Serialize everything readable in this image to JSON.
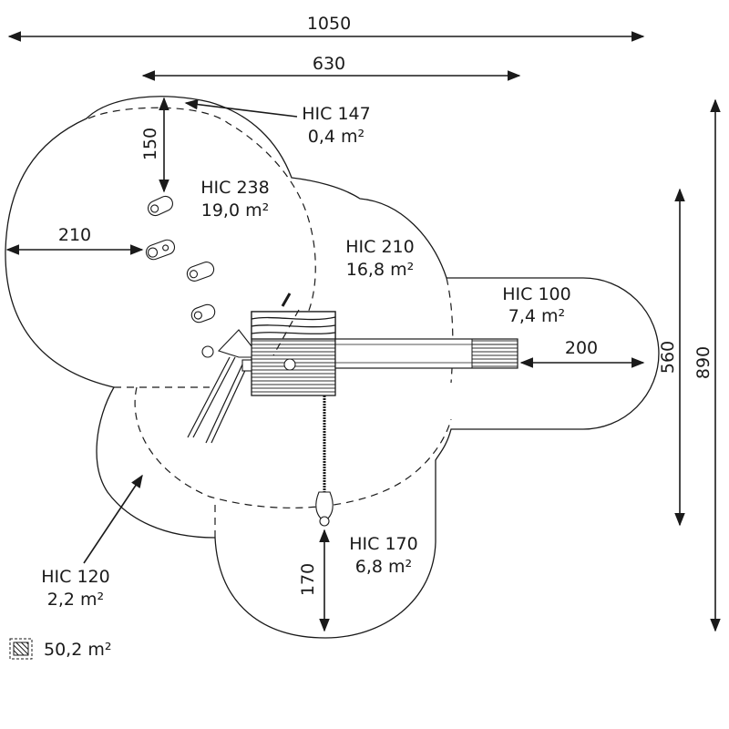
{
  "diagram": {
    "total_area": "50,2 m²",
    "dimensions": {
      "overall_width": "1050",
      "inner_width": "630",
      "overall_height": "890",
      "inner_height": "560",
      "top_clearance": "150",
      "left_clearance": "210",
      "right_clearance": "200",
      "bottom_clearance": "170"
    },
    "zones": [
      {
        "hic": "HIC 147",
        "area": "0,4 m²"
      },
      {
        "hic": "HIC 238",
        "area": "19,0 m²"
      },
      {
        "hic": "HIC 210",
        "area": "16,8 m²"
      },
      {
        "hic": "HIC 100",
        "area": "7,4 m²"
      },
      {
        "hic": "HIC 170",
        "area": "6,8 m²"
      },
      {
        "hic": "HIC 120",
        "area": "2,2 m²"
      }
    ],
    "colors": {
      "line": "#1a1a1a",
      "background": "#ffffff"
    }
  }
}
